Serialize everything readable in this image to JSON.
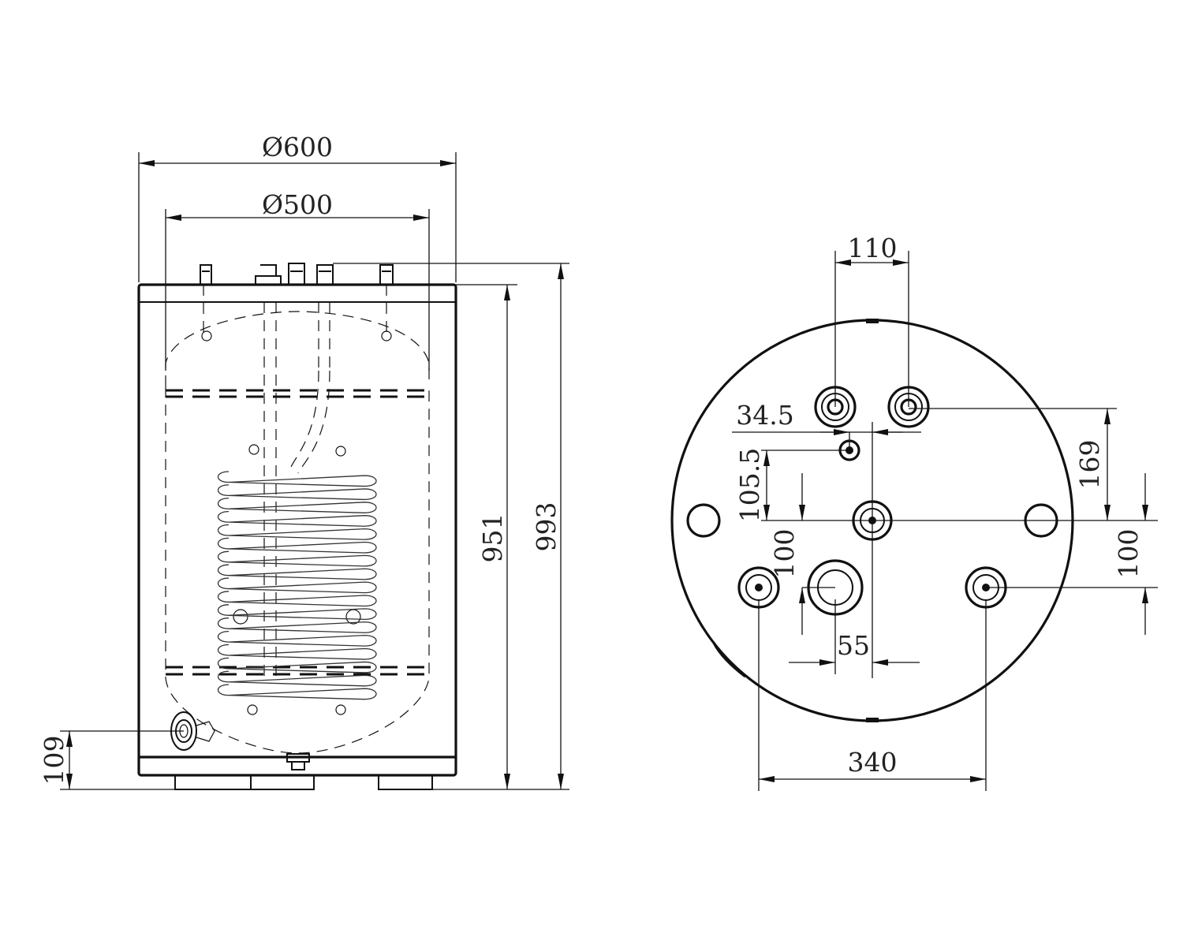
{
  "side_view": {
    "dim_outer_diameter": "Ø600",
    "dim_inner_diameter": "Ø500",
    "dim_height_body": "951",
    "dim_height_total": "993",
    "dim_drain_height": "109"
  },
  "top_view": {
    "dim_pipe_spacing_top": "110",
    "dim_offset_small": "34.5",
    "dim_offset_vertical": "105.5",
    "dim_right_vertical": "169",
    "dim_left_vertical": "100",
    "dim_right_lower_vertical": "100",
    "dim_center_offset": "55",
    "dim_bottom_spacing": "340"
  }
}
